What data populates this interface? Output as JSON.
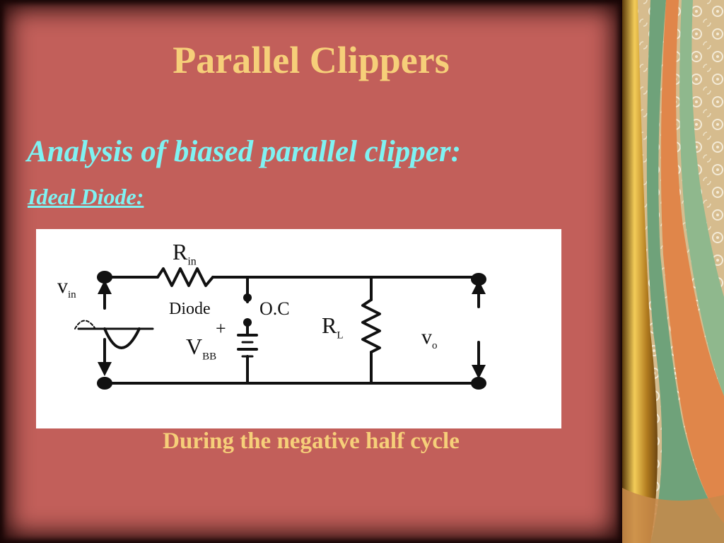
{
  "slide": {
    "title": "Parallel Clippers",
    "subtitle": "Analysis of biased parallel clipper:",
    "section_heading": "Ideal Diode:",
    "caption": "During the negative half cycle"
  },
  "circuit": {
    "labels": {
      "rin": "R",
      "rin_sub": "in",
      "vin": "v",
      "vin_sub": "in",
      "diode": "Diode",
      "oc": "O.C",
      "plus": "+",
      "vbb": "V",
      "vbb_sub": "BB",
      "rl": "R",
      "rl_sub": "L",
      "vo": "v",
      "vo_sub": "o"
    }
  },
  "colors": {
    "slide_background": "#c25f5a",
    "title_color": "#f6cf79",
    "subtitle_color": "#7ff2f2"
  }
}
